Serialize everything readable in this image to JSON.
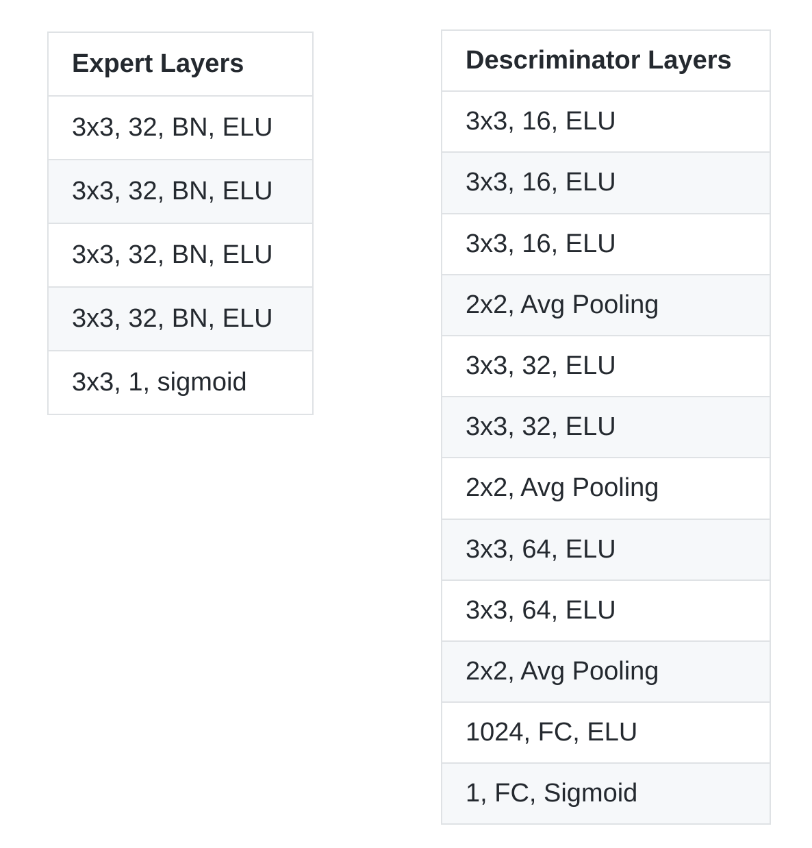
{
  "expert": {
    "header": "Expert Layers",
    "rows": [
      "3x3, 32, BN, ELU",
      "3x3, 32, BN, ELU",
      "3x3, 32, BN, ELU",
      "3x3, 32, BN, ELU",
      "3x3, 1, sigmoid"
    ]
  },
  "discriminator": {
    "header": "Descriminator Layers",
    "rows": [
      "3x3, 16, ELU",
      "3x3, 16, ELU",
      "3x3, 16, ELU",
      "2x2, Avg Pooling",
      "3x3, 32, ELU",
      "3x3, 32, ELU",
      "2x2, Avg Pooling",
      "3x3, 64, ELU",
      "3x3, 64, ELU",
      "2x2, Avg Pooling",
      "1024, FC, ELU",
      "1, FC, Sigmoid"
    ]
  }
}
